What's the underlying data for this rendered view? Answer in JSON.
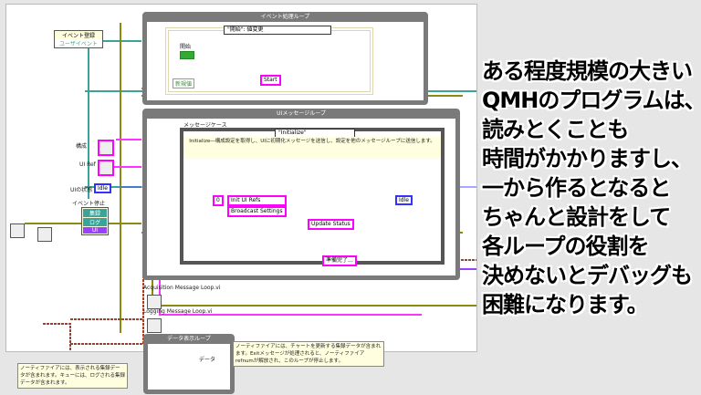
{
  "diagram": {
    "event_loop": {
      "title": "イベント処理ループ",
      "case_selector": "\"開始\": 値変更",
      "start_label": "開始",
      "new_value": "新規値",
      "start_msg": "Start"
    },
    "ui_loop": {
      "title": "UIメッセージループ",
      "case_label": "メッセージケース",
      "case_selector": "\"Initialize\"",
      "comment": "Initialize―構成設定を取得し、UIに初期化メッセージを送信し、設定を他のメッセージループに送信します。",
      "idle": "Idle",
      "index": "0",
      "msgs": [
        "Init UI Refs",
        "Broadcast Settings"
      ],
      "update_status": "Update Status",
      "ready": "準備完了..."
    },
    "left": {
      "event_register": "イベント登録",
      "user_event": "ユーザイベント",
      "config": "構成",
      "ui_ref": "UI Ref",
      "ui_state": "UIの状態",
      "ui_state_value": "Idle",
      "event_stop": "イベント停止",
      "cluster_items": [
        "集録",
        "ログ",
        "UI"
      ]
    },
    "subvis": [
      "Acquisition Message Loop.vi",
      "Logging Message Loop.vi"
    ],
    "data_loop": {
      "title": "データ表示ループ",
      "data": "データ"
    },
    "notes": [
      "ノーティファイアには、表示される集録データが含まれます。キューには、ログされる集録データが含まれます。",
      "ノーティファイアには、チャートを更新する集録データが含まれます。Exitメッセージが処理されると、ノーティファイアrefnumが解放され、このループが停止します。"
    ]
  },
  "caption": [
    "ある程度規模の大きい",
    "QMHのプログラムは、",
    "読みとくことも",
    "時間がかかりますし、",
    "一から作るとなると",
    "ちゃんと設計をして",
    "各ループの役割を",
    "決めないとデバッグも",
    "困難になります。"
  ],
  "colors": {
    "wire_pink": "#ff33ff",
    "wire_teal": "#3aa39a",
    "wire_olive": "#8a8a10",
    "wire_purple": "#9a40ff",
    "wire_blue": "#5050ff",
    "wire_rust": "#a0402a"
  }
}
